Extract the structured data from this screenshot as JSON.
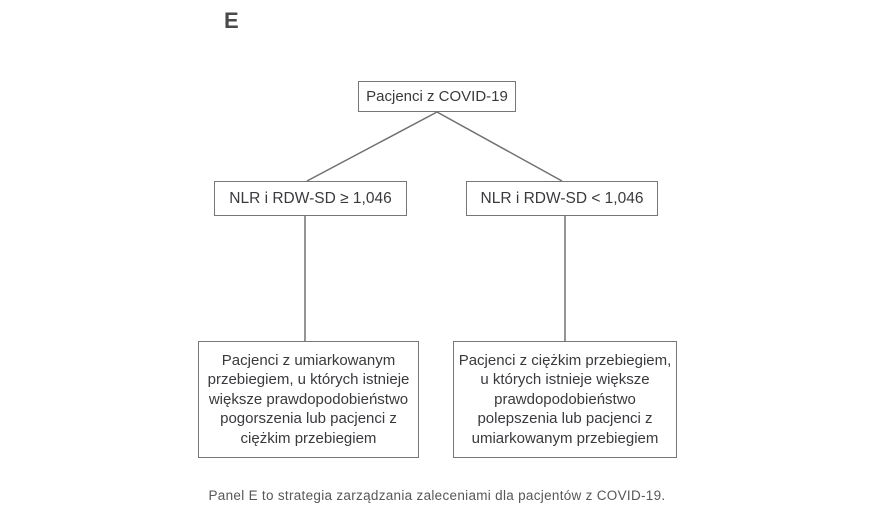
{
  "panel": {
    "label": "E",
    "caption": "Panel E to strategia zarządzania zaleceniami dla pacjentów z COVID-19."
  },
  "flowchart": {
    "root": {
      "text": "Pacjenci z COVID-19"
    },
    "branches": [
      {
        "condition": "NLR i RDW-SD ≥ 1,046",
        "outcome": "Pacjenci z umiarkowanym przebiegiem, u których istnieje większe prawdopodobieństwo pogorszenia lub pacjenci z ciężkim przebiegiem"
      },
      {
        "condition": "NLR i RDW-SD < 1,046",
        "outcome": "Pacjenci z ciężkim przebiegiem, u których istnieje większe prawdopodobieństwo polepszenia lub pacjenci z umiarkowanym przebiegiem"
      }
    ]
  },
  "colors": {
    "background": "#ffffff",
    "box_border": "#77777a",
    "connector_line": "#707073",
    "node_text": "#3a3a3e",
    "caption_text": "#57575a"
  }
}
